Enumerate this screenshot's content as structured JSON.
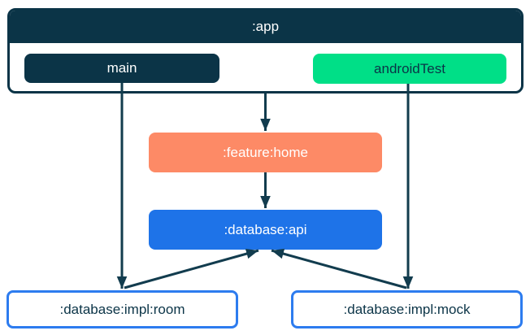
{
  "diagram": {
    "nodes": {
      "app": {
        "label": ":app"
      },
      "main": {
        "label": "main"
      },
      "android_test": {
        "label": "androidTest"
      },
      "feature_home": {
        "label": ":feature:home"
      },
      "database_api": {
        "label": ":database:api"
      },
      "database_impl_room": {
        "label": ":database:impl:room"
      },
      "database_impl_mock": {
        "label": ":database:impl:mock"
      }
    },
    "edges": [
      {
        "from": ":app",
        "to": ":feature:home"
      },
      {
        "from": "main",
        "to": ":database:impl:room"
      },
      {
        "from": "androidTest",
        "to": ":database:impl:mock"
      },
      {
        "from": ":feature:home",
        "to": ":database:api"
      },
      {
        "from": ":database:impl:room",
        "to": ":database:api"
      },
      {
        "from": ":database:impl:mock",
        "to": ":database:api"
      }
    ],
    "colors": {
      "navy": "#0B3447",
      "green": "#00DF87",
      "coral": "#FD8A66",
      "blue": "#1E73E8",
      "box_border_blue": "#2D7CEF",
      "arrow": "#123C4E",
      "background": "#FFFFFF",
      "text_light": "#FFFFFF",
      "text_dark": "#0B3447"
    }
  }
}
